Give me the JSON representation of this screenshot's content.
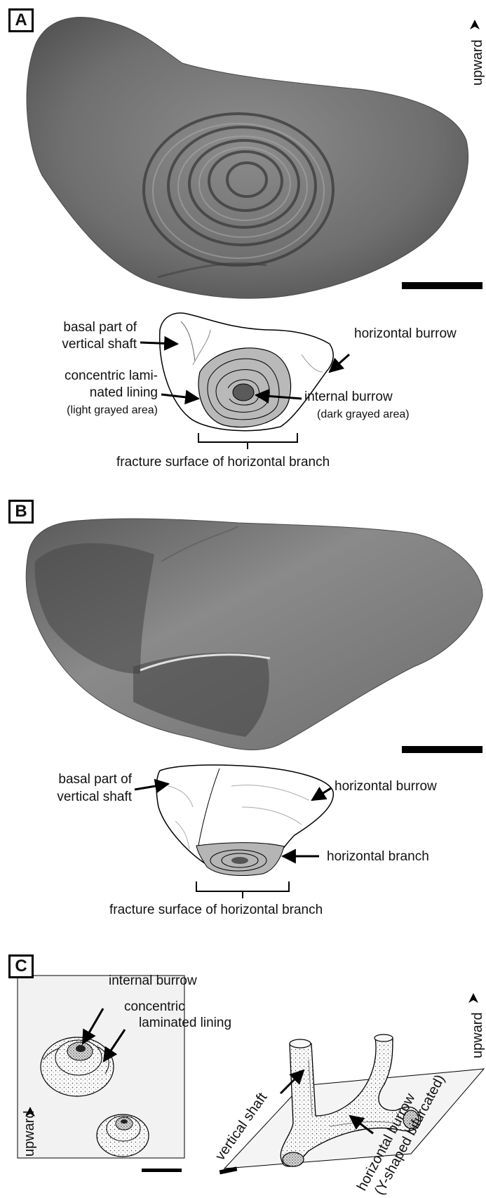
{
  "panels": {
    "a": {
      "letter": "A",
      "upward": "upward",
      "labels": {
        "basal_line1": "basal part of",
        "basal_line2": "vertical shaft",
        "horizontal_burrow": "horizontal burrow",
        "concentric_line1": "concentric lami-",
        "concentric_line2": "nated lining",
        "concentric_note": "(light grayed area)",
        "internal_burrow": "internal burrow",
        "internal_note": "(dark grayed area)",
        "fracture": "fracture surface of horizontal branch"
      }
    },
    "b": {
      "letter": "B",
      "labels": {
        "basal_line1": "basal part of",
        "basal_line2": "vertical shaft",
        "horizontal_burrow": "horizontal burrow",
        "horizontal_branch": "horizontal branch",
        "fracture": "fracture surface of horizontal branch"
      }
    },
    "c": {
      "letter": "C",
      "upward_left": "upward",
      "upward_right": "upward",
      "labels": {
        "internal_burrow": "internal burrow",
        "concentric_line1": "concentric",
        "concentric_line2": "laminated lining",
        "vertical_shaft": "vertical shaft",
        "horizontal_burrow": "horizontal burrow",
        "y_shaped": "(Y-shaped bifurcated)"
      }
    }
  }
}
